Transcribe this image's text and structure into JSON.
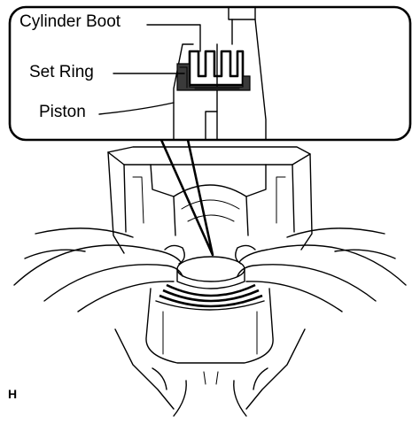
{
  "figure": {
    "labels": {
      "cylinder_boot": "Cylinder Boot",
      "set_ring": "Set Ring",
      "piston": "Piston"
    },
    "figure_id": "H"
  },
  "colors": {
    "ink": "#000000",
    "paper": "#ffffff",
    "seal_fill": "#3a3a3a"
  }
}
